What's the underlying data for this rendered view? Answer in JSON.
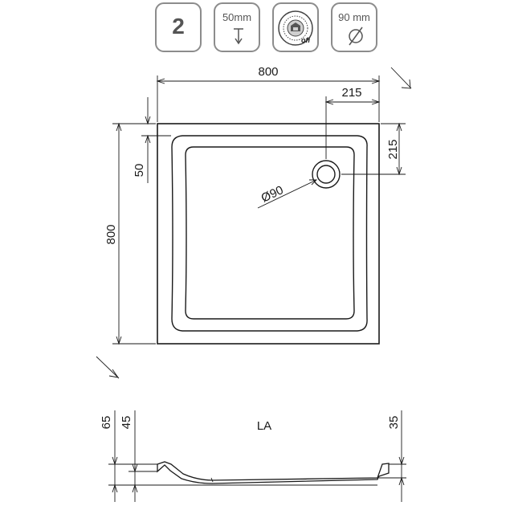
{
  "badges": {
    "count": "2",
    "height": "50mm",
    "certificate": "ofi",
    "diameter": "90 mm"
  },
  "dimensions": {
    "width": "800",
    "depth": "800",
    "drain_offset_x": "215",
    "drain_offset_y": "215",
    "rim": "50",
    "drain_diameter": "Ø90"
  },
  "section": {
    "label": "LA",
    "total_height": "65",
    "rim_height": "45",
    "right_height": "35"
  }
}
